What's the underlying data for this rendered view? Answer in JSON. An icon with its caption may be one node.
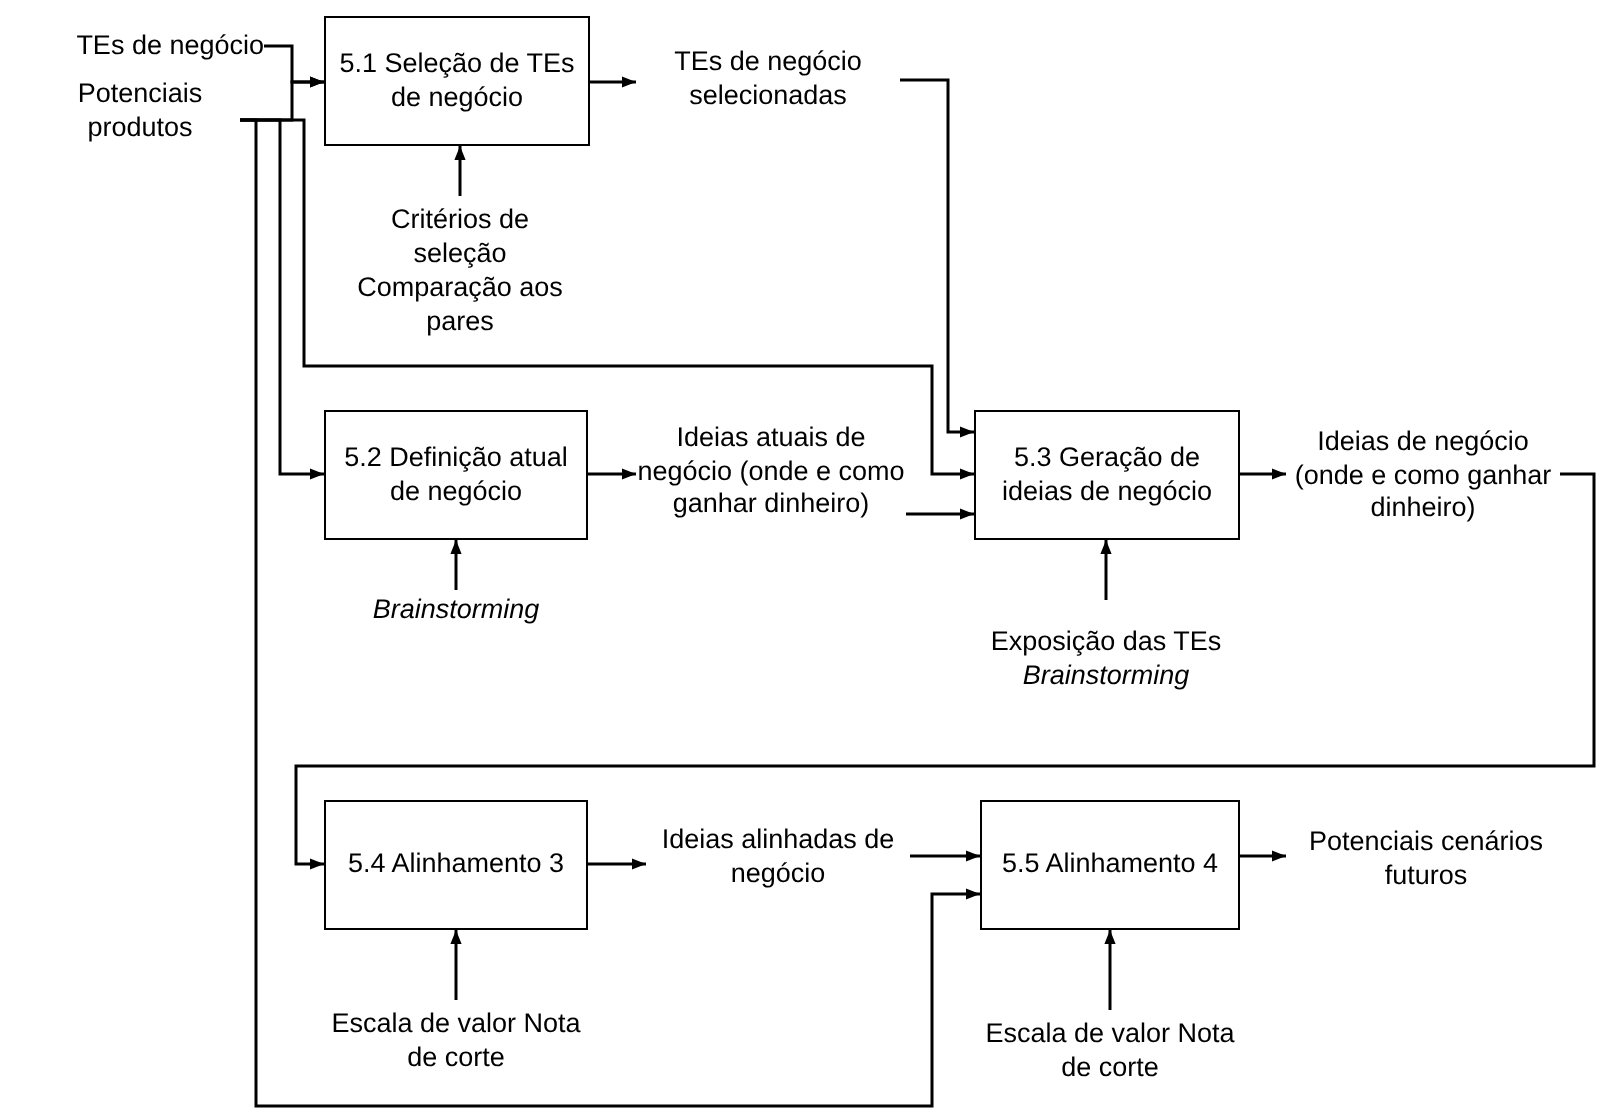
{
  "diagram": {
    "nodes": [
      {
        "text": [
          "TEs de negócio"
        ]
      },
      {
        "text": [
          "Potenciais produtos"
        ]
      },
      {
        "text": [
          "5.1 Seleção de TEs de negócio"
        ]
      },
      {
        "text": [
          "TEs de negócio selecionadas"
        ]
      },
      {
        "text": [
          "Critérios de seleção",
          "Comparação aos pares"
        ]
      },
      {
        "text": [
          "5.2 Definição atual de negócio"
        ]
      },
      {
        "text": [
          "Ideias atuais de negócio (onde e como ganhar dinheiro)"
        ]
      },
      {
        "text": [
          "Brainstorming"
        ]
      },
      {
        "text": [
          "5.3 Geração de ideias de negócio"
        ]
      },
      {
        "text": [
          "Ideias de negócio (onde e como ganhar dinheiro)"
        ]
      },
      {
        "text": [
          "Exposição das TEs",
          "Brainstorming"
        ]
      },
      {
        "text": [
          "5.4 Alinhamento 3"
        ]
      },
      {
        "text": [
          "Ideias alinhadas de negócio"
        ]
      },
      {
        "text": [
          "5.5 Alinhamento 4"
        ]
      },
      {
        "text": [
          "Potenciais cenários futuros"
        ]
      },
      {
        "text": [
          "Escala de valor Nota de corte"
        ]
      },
      {
        "text": [
          "Escala de valor Nota de corte"
        ]
      }
    ],
    "edges": [
      {
        "from": 0,
        "to": 2,
        "arrow": "to"
      },
      {
        "from": 1,
        "to": 2,
        "arrow": "to"
      },
      {
        "from": 1,
        "to": 5,
        "arrow": "to"
      },
      {
        "from": 1,
        "to": 8,
        "arrow": "to"
      },
      {
        "from": 1,
        "to": 13,
        "arrow": "to"
      },
      {
        "from": 2,
        "to": 3,
        "arrow": "to"
      },
      {
        "from": 3,
        "to": 8,
        "arrow": "to"
      },
      {
        "from": 4,
        "to": 2,
        "arrow": "to"
      },
      {
        "from": 5,
        "to": 6,
        "arrow": "to"
      },
      {
        "from": 6,
        "to": 8,
        "arrow": "to"
      },
      {
        "from": 7,
        "to": 5,
        "arrow": "to"
      },
      {
        "from": 10,
        "to": 8,
        "arrow": "to"
      },
      {
        "from": 8,
        "to": 9,
        "arrow": "to"
      },
      {
        "from": 9,
        "to": 11,
        "arrow": "to"
      },
      {
        "from": 11,
        "to": 12,
        "arrow": "to"
      },
      {
        "from": 12,
        "to": 13,
        "arrow": "to"
      },
      {
        "from": 13,
        "to": 14,
        "arrow": "to"
      },
      {
        "from": 15,
        "to": 11,
        "arrow": "to"
      },
      {
        "from": 16,
        "to": 13,
        "arrow": "to"
      }
    ]
  }
}
